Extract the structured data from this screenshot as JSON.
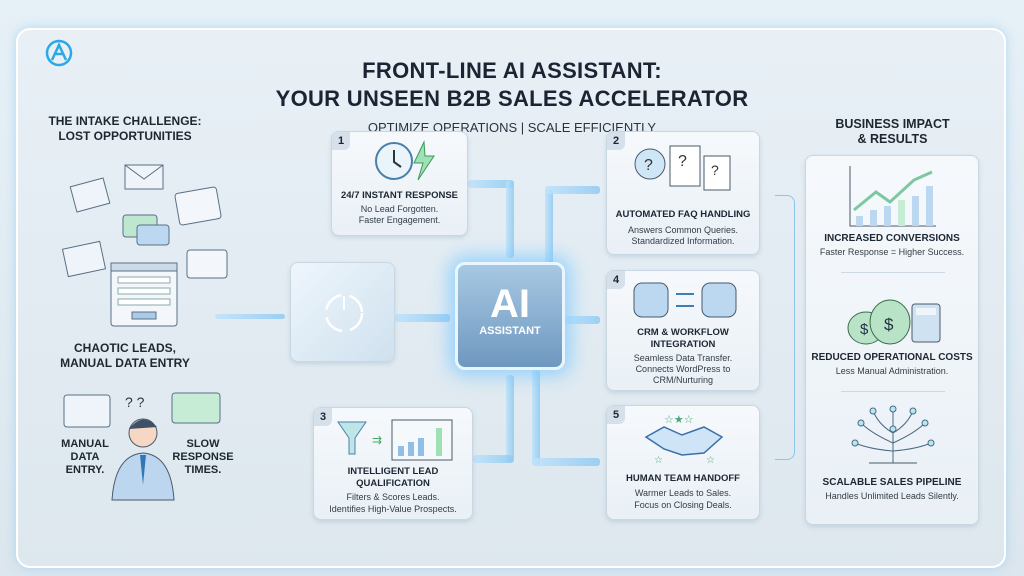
{
  "header": {
    "title_line1": "FRONT-LINE AI ASSISTANT:",
    "title_line2": "YOUR UNSEEN B2B SALES ACCELERATOR",
    "subtitle": "OPTIMIZE OPERATIONS | SCALE EFFICIENTLY",
    "logo_icon": "lightning-a-logo"
  },
  "left": {
    "title_line1": "THE INTAKE CHALLENGE:",
    "title_line2": "LOST OPPORTUNITIES",
    "caption_line1": "CHAOTIC LEADS,",
    "caption_line2": "MANUAL DATA ENTRY",
    "manual": [
      "MANUAL",
      "DATA",
      "ENTRY."
    ],
    "slow": [
      "SLOW",
      "RESPONSE",
      "TIMES."
    ]
  },
  "center": {
    "ai_label": "AI",
    "ai_sub": "ASSISTANT"
  },
  "steps": [
    {
      "num": "1",
      "title": "24/7 INSTANT RESPONSE",
      "desc1": "No Lead Forgotten.",
      "desc2": "Faster Engagement.",
      "icon": "clock-lightning-icon"
    },
    {
      "num": "2",
      "title": "AUTOMATED FAQ HANDLING",
      "desc1": "Answers Common Queries.",
      "desc2": "Standardized Information.",
      "icon": "question-documents-icon"
    },
    {
      "num": "3",
      "title1": "INTELLIGENT LEAD",
      "title2": "QUALIFICATION",
      "desc1": "Filters & Scores Leads.",
      "desc2": "Identifies High-Value Prospects.",
      "icon": "funnel-chart-icon"
    },
    {
      "num": "4",
      "title1": "CRM & WORKFLOW",
      "title2": "INTEGRATION",
      "desc1": "Seamless Data Transfer.",
      "desc2": "Connects WordPress to",
      "desc3": "CRM/Nurturing",
      "icon": "database-sync-icon"
    },
    {
      "num": "5",
      "title": "HUMAN TEAM HANDOFF",
      "desc1": "Warmer Leads to Sales.",
      "desc2": "Focus on Closing Deals.",
      "icon": "handshake-icon"
    }
  ],
  "right": {
    "title_line1": "BUSINESS IMPACT",
    "title_line2": "& RESULTS",
    "items": [
      {
        "title": "INCREASED CONVERSIONS",
        "desc": "Faster Response = Higher Success.",
        "icon": "growth-chart-icon"
      },
      {
        "title": "REDUCED OPERATIONAL COSTS",
        "desc": "Less Manual Administration.",
        "icon": "money-bags-calculator-icon"
      },
      {
        "title": "SCALABLE SALES PIPELINE",
        "desc": "Handles Unlimited Leads Silently.",
        "icon": "network-tree-icon"
      }
    ]
  },
  "colors": {
    "accent": "#7cc4f0",
    "title": "#1c2433",
    "green": "#8fd3a8"
  }
}
